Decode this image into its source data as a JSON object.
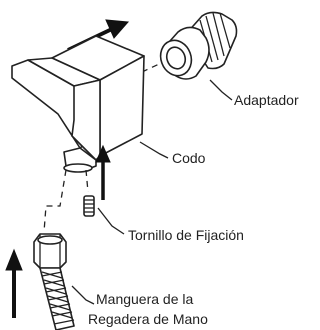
{
  "diagram": {
    "labels": {
      "adapter": "Adaptador",
      "elbow": "Codo",
      "set_screw": "Tornillo de Fijación",
      "hose_line1": "Manguera de la",
      "hose_line2": "Regadera de Mano"
    },
    "colors": {
      "line": "#222222",
      "arrow": "#111111",
      "background": "#ffffff"
    },
    "icons": [
      "direction-arrow-icon"
    ]
  }
}
